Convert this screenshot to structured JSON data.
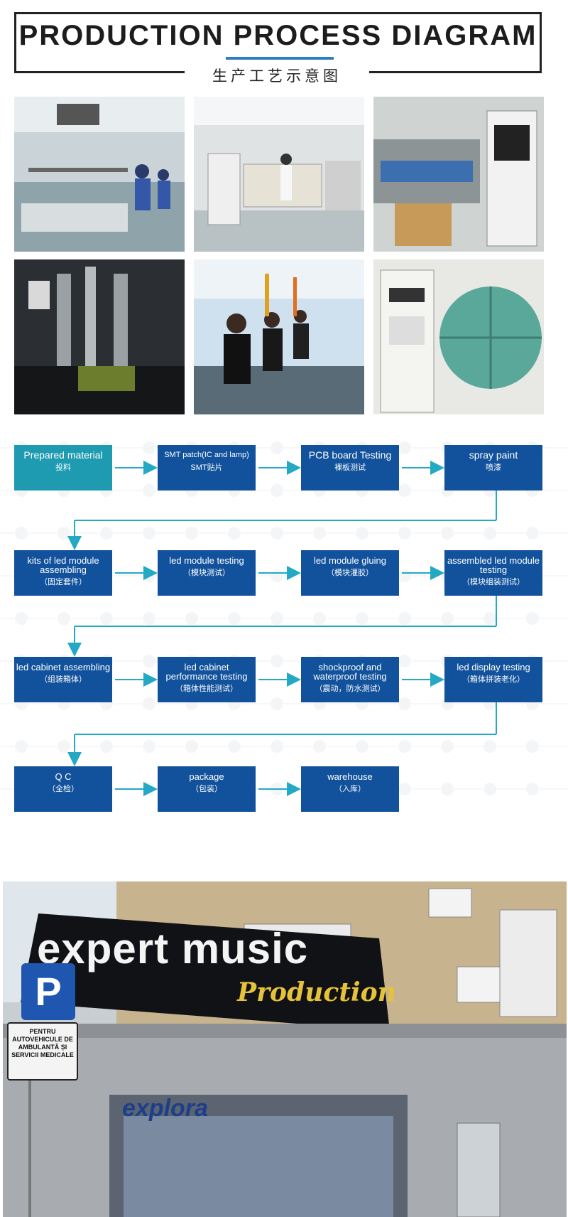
{
  "header": {
    "title": "PRODUCTION PROCESS DIAGRAM",
    "subtitle": "生产工艺示意图"
  },
  "colors": {
    "box_blue": "#12529c",
    "box_teal": "#1e9bb1",
    "arrow": "#23a9c4",
    "title_accent": "#2d7fc4"
  },
  "flow": {
    "steps": [
      {
        "en": "Prepared material",
        "cn": "投料"
      },
      {
        "en": "SMT patch(IC and lamp)",
        "cn": "SMT贴片"
      },
      {
        "en": "PCB board Testing",
        "cn": "裸板测试"
      },
      {
        "en": "spray paint",
        "cn": "喷漆"
      },
      {
        "en": "kits of led module assembling",
        "cn": "（固定套件）"
      },
      {
        "en": "led module testing",
        "cn": "（模块测试）"
      },
      {
        "en": "led module gluing",
        "cn": "（模块灌胶）"
      },
      {
        "en": "assembled led module testing",
        "cn": "（模块组装测试）"
      },
      {
        "en": "led cabinet assembling",
        "cn": "（组装箱体）"
      },
      {
        "en": "led cabinet performance testing",
        "cn": "（箱体性能测试）"
      },
      {
        "en": "shockproof and waterproof testing",
        "cn": "（震动，防水测试）"
      },
      {
        "en": "led display testing",
        "cn": "（箱体拼装老化）"
      },
      {
        "en": "Q C",
        "cn": "（全检）"
      },
      {
        "en": "package",
        "cn": "（包装）"
      },
      {
        "en": "warehouse",
        "cn": "（入库）"
      }
    ]
  },
  "photo_sign": {
    "brand": "expert music",
    "script": "Production",
    "parking_letter": "P",
    "parking_text": "PENTRU AUTOVEHICULE DE AMBULANTĂ ȘI SERVICII MEDICALE",
    "store": "explora"
  }
}
